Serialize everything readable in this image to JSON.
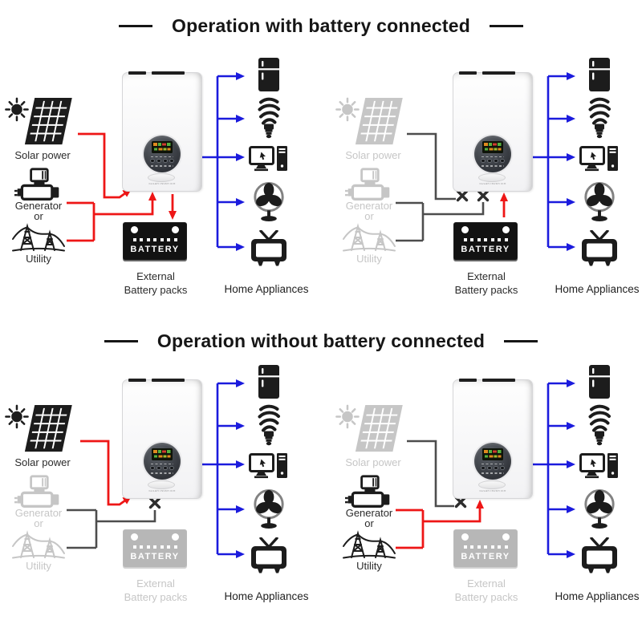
{
  "titles": {
    "top": "Operation with battery connected",
    "bottom": "Operation without battery connected"
  },
  "labels": {
    "solar": "Solar power",
    "generator": "Generator",
    "or": "or",
    "utility": "Utility",
    "battery": "BATTERY",
    "external_line1": "External",
    "external_line2": "Battery packs",
    "home_appliances": "Home Appliances",
    "inverter_brand": "SOLAR INVERTER"
  },
  "colors": {
    "source_wire_red": "#ee1616",
    "load_wire_blue": "#1b1bdd",
    "disconnected_wire_gray": "#4d4d4d",
    "disconnect_x_dark": "#2d2d2d",
    "inactive_gray": "#c6c6c6",
    "active_icon_black": "#1c1c1c"
  },
  "icons": {
    "sources": [
      "sun-icon",
      "solar-panel-icon",
      "generator-icon",
      "utility-grid-icon"
    ],
    "appliances": [
      "refrigerator-icon",
      "cfl-bulb-icon",
      "desktop-computer-icon",
      "electric-fan-icon",
      "television-icon"
    ],
    "other": [
      "inverter-unit",
      "battery-icon",
      "disconnect-x-icon"
    ]
  },
  "panels": [
    {
      "position": "top-left",
      "solar": "connected",
      "generator_utility": "connected",
      "battery": "connected",
      "battery_flow": "charging"
    },
    {
      "position": "top-right",
      "solar": "disconnected",
      "generator_utility": "disconnected",
      "battery": "connected",
      "battery_flow": "discharging"
    },
    {
      "position": "bottom-left",
      "solar": "connected",
      "generator_utility": "disconnected",
      "battery": "not-installed",
      "battery_flow": "none"
    },
    {
      "position": "bottom-right",
      "solar": "disconnected",
      "generator_utility": "connected",
      "battery": "not-installed",
      "battery_flow": "none"
    }
  ]
}
